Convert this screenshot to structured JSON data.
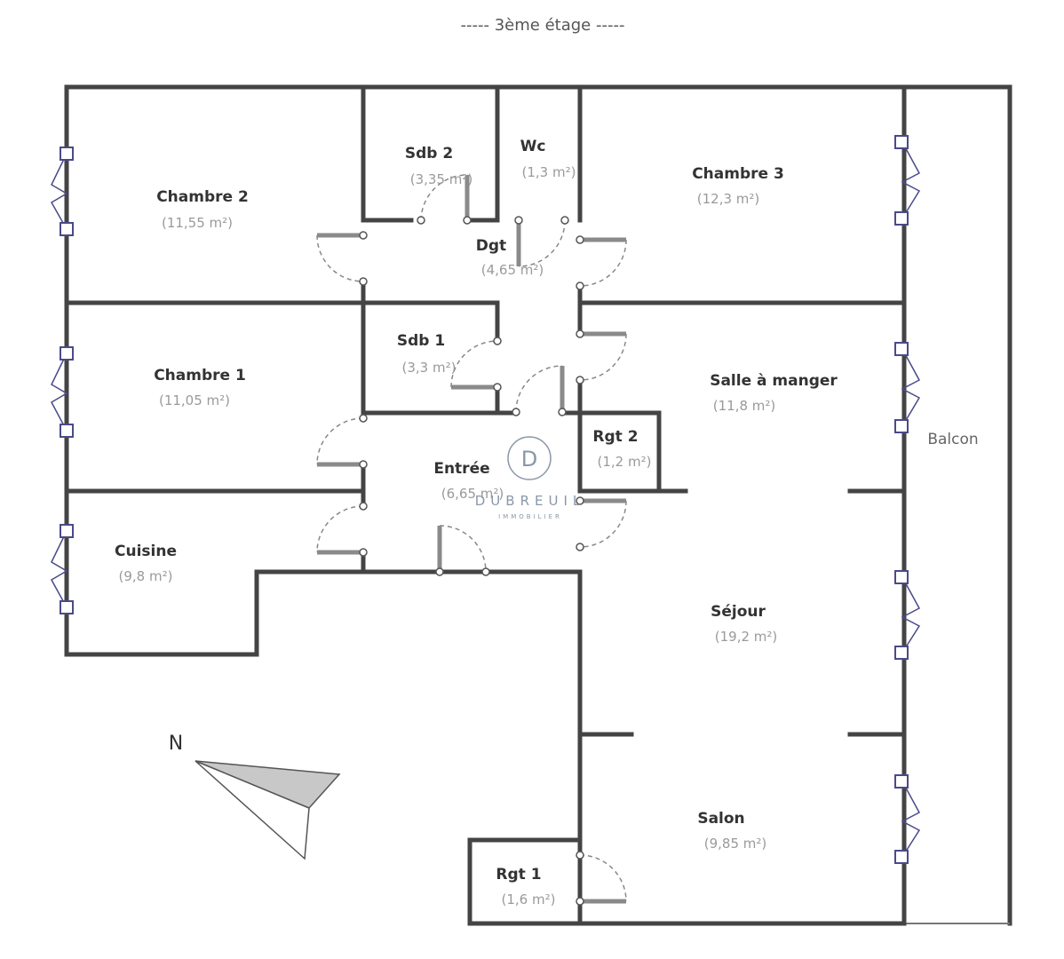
{
  "title": "----- 3ème étage -----",
  "north_label": "N",
  "balcony_label": "Balcon",
  "rooms": {
    "chambre2": {
      "name": "Chambre 2",
      "area": "(11,55 m²)"
    },
    "sdb2": {
      "name": "Sdb 2",
      "area": "(3,35 m²)"
    },
    "wc": {
      "name": "Wc",
      "area": "(1,3 m²)"
    },
    "chambre3": {
      "name": "Chambre 3",
      "area": "(12,3 m²)"
    },
    "dgt": {
      "name": "Dgt",
      "area": "(4,65 m²)"
    },
    "sdb1": {
      "name": "Sdb 1",
      "area": "(3,3 m²)"
    },
    "chambre1": {
      "name": "Chambre 1",
      "area": "(11,05 m²)"
    },
    "salle_a_manger": {
      "name": "Salle à manger",
      "area": "(11,8 m²)"
    },
    "rgt2": {
      "name": "Rgt 2",
      "area": "(1,2 m²)"
    },
    "entree": {
      "name": "Entrée",
      "area": "(6,65 m²)"
    },
    "cuisine": {
      "name": "Cuisine",
      "area": "(9,8 m²)"
    },
    "sejour": {
      "name": "Séjour",
      "area": "(19,2 m²)"
    },
    "salon": {
      "name": "Salon",
      "area": "(9,85 m²)"
    },
    "rgt1": {
      "name": "Rgt 1",
      "area": "(1,6 m²)"
    }
  },
  "watermark": {
    "monogram": "D",
    "brand": "DUBREUIL",
    "tagline": "IMMOBILIER"
  },
  "colors": {
    "wall": "#444444",
    "window": "#4a4a8a",
    "door": "#8a8a8a",
    "compass_fill": "#c8c8c8"
  }
}
